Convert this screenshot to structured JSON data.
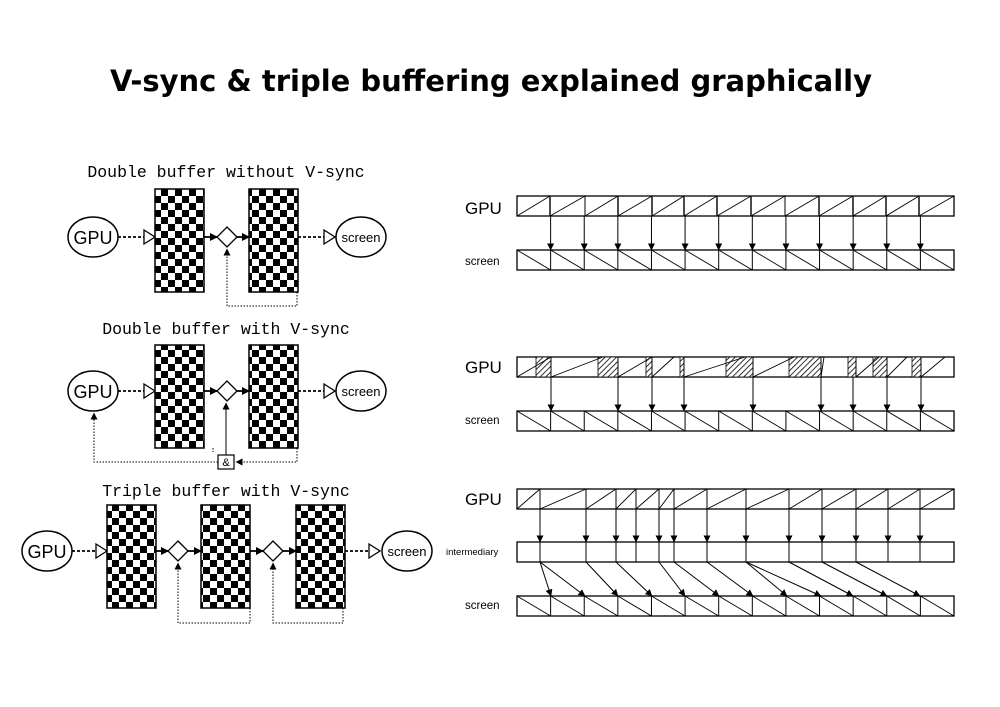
{
  "title": "V-sync & triple buffering explained graphically",
  "diagrams": {
    "double_no_vsync": {
      "heading": "Double buffer without V-sync",
      "gpu": "GPU",
      "screen": "screen"
    },
    "double_vsync": {
      "heading": "Double buffer with V-sync",
      "gpu": "GPU",
      "screen": "screen",
      "and_gate": "&"
    },
    "triple_vsync": {
      "heading": "Triple buffer with V-sync",
      "gpu": "GPU",
      "screen": "screen"
    }
  },
  "timelines": {
    "t1": {
      "gpu_label": "GPU",
      "screen_label": "screen"
    },
    "t2": {
      "gpu_label": "GPU",
      "screen_label": "screen"
    },
    "t3": {
      "gpu_label": "GPU",
      "intermediary_label": "intermediary",
      "screen_label": "screen"
    }
  }
}
